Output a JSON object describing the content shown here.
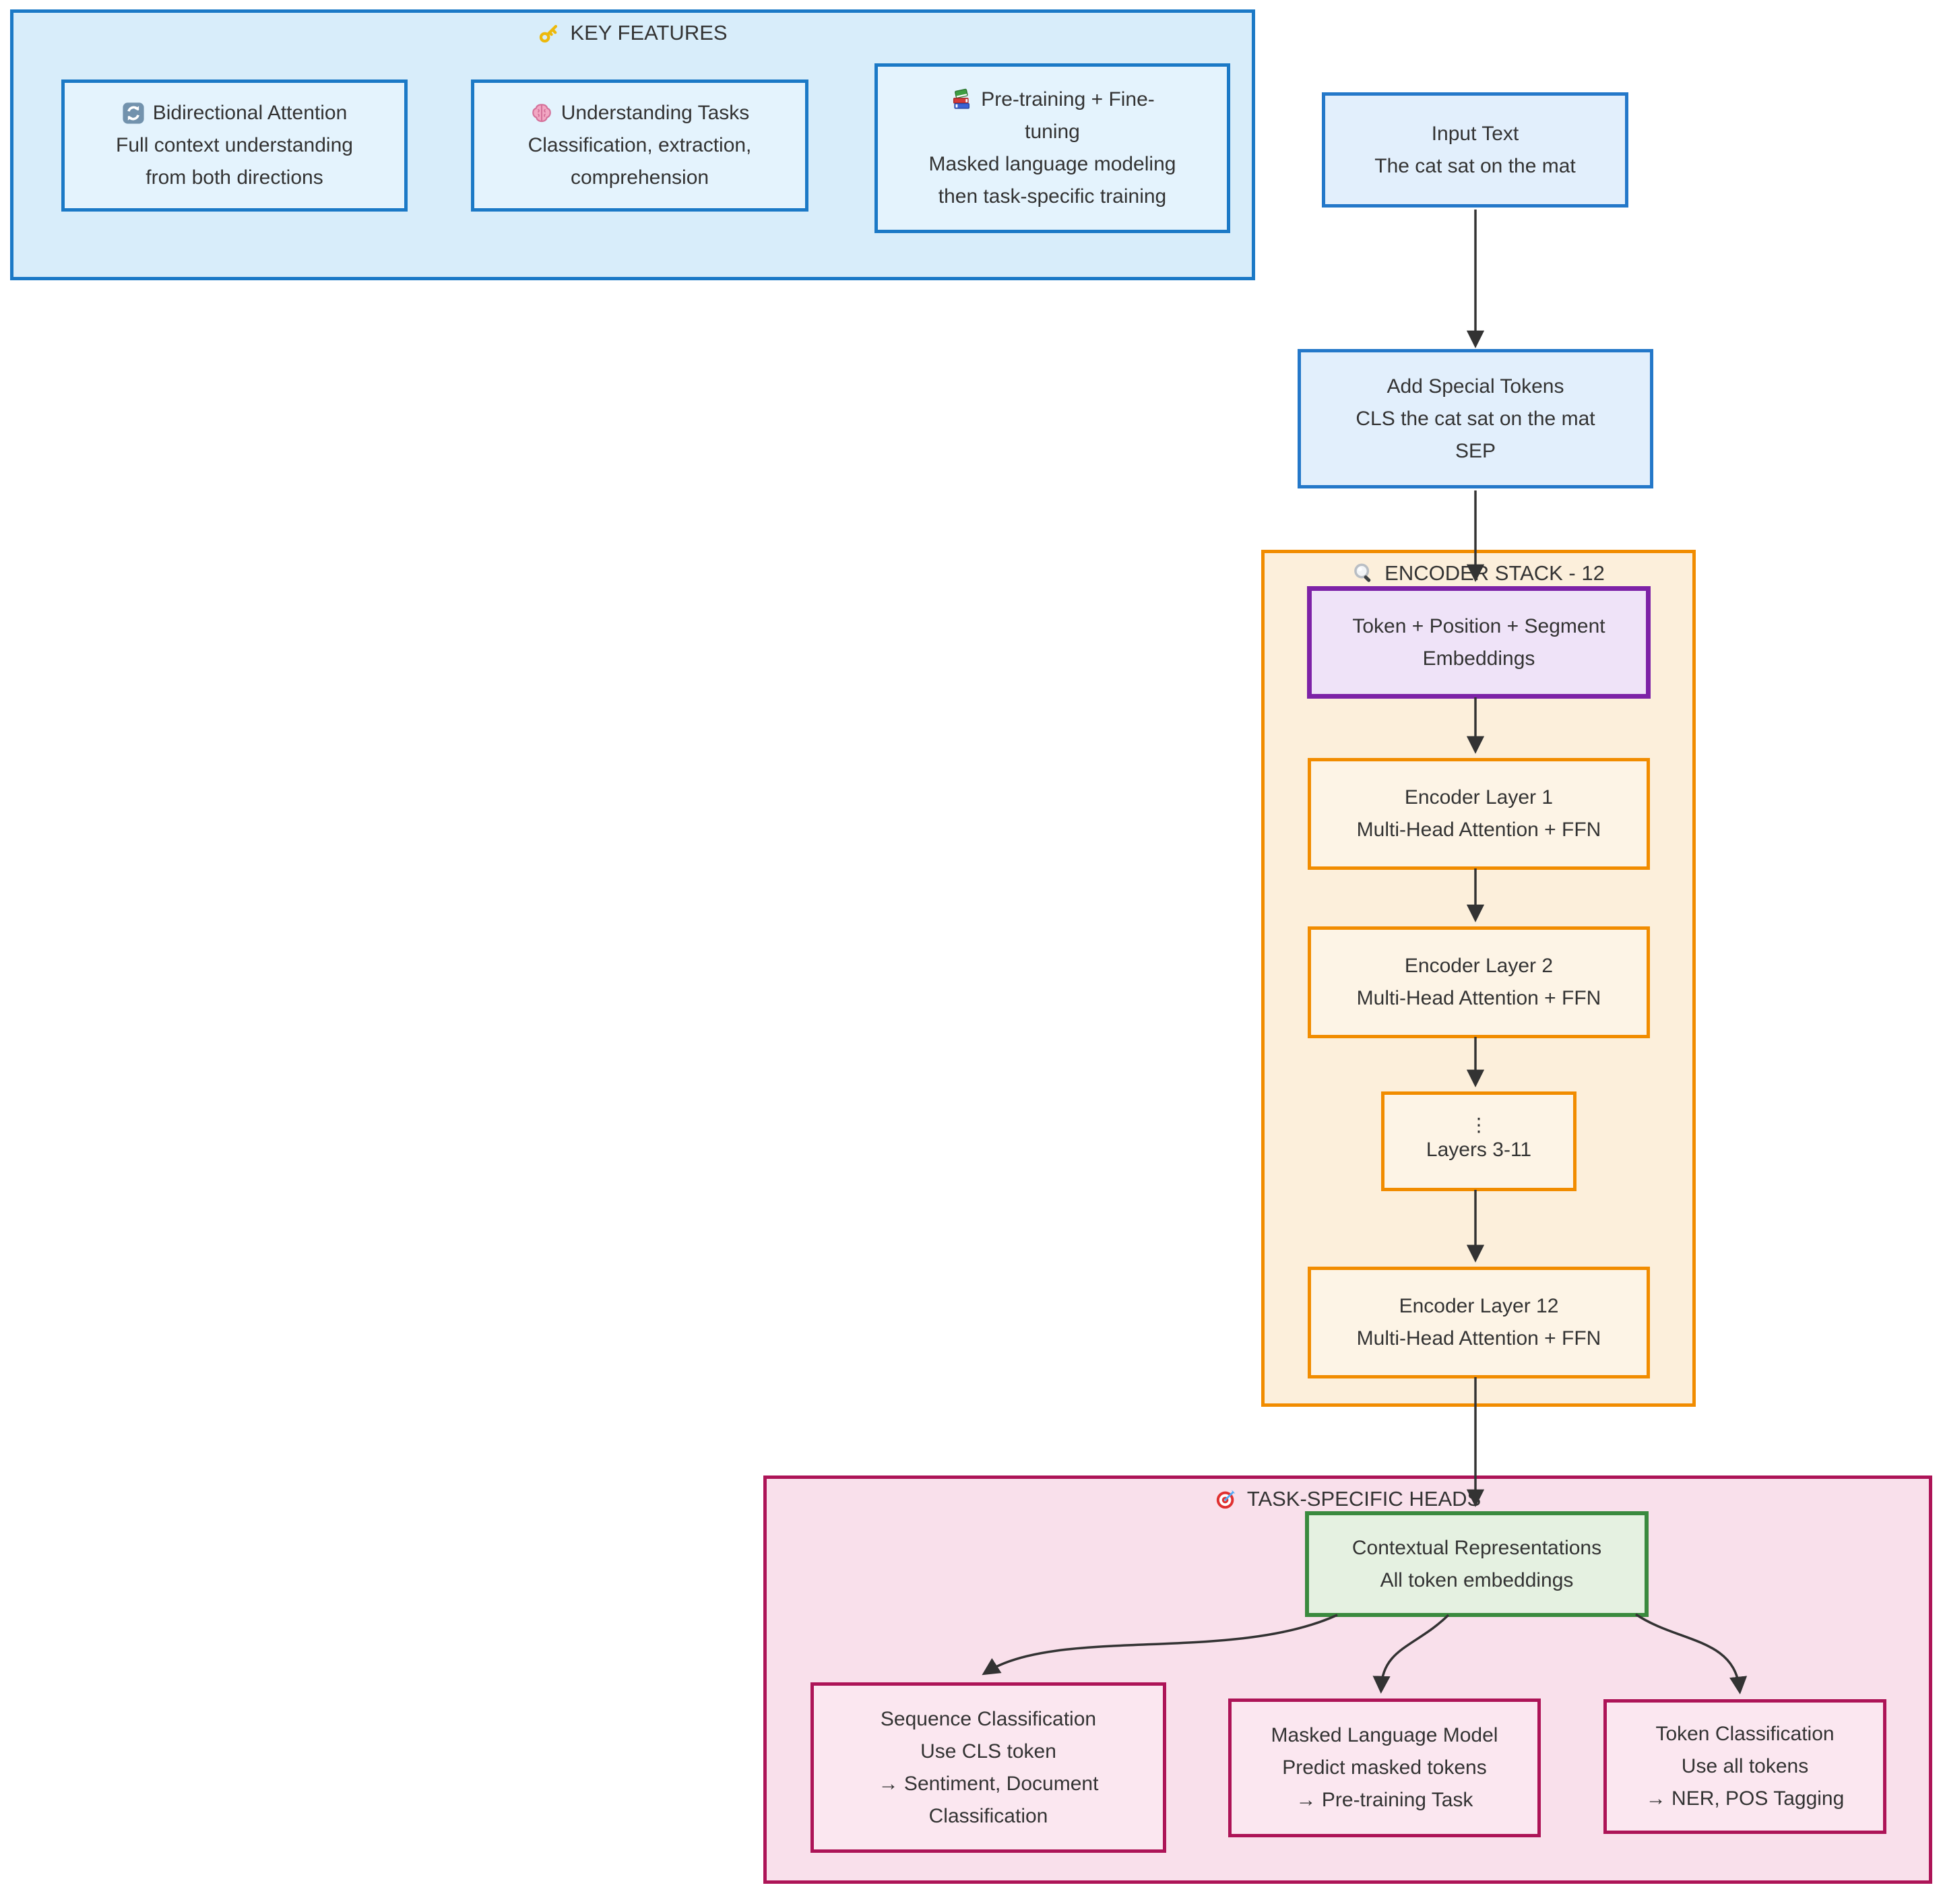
{
  "colors": {
    "blue_border": "#1b79c6",
    "blue_container_fill": "#d8edfa",
    "blue_card_fill": "#e4f3fd",
    "flow_node_fill": "#e2effc",
    "orange_border": "#f18c00",
    "orange_container_fill": "#fcefdb",
    "orange_card_fill": "#fdf4e6",
    "purple_border": "#7d22a7",
    "purple_fill": "#efe3f8",
    "pink_border": "#ad1457",
    "pink_container_fill": "#f9e0eb",
    "pink_card_fill": "#fbe7f0",
    "green_border": "#3a8a3e",
    "green_fill": "#e5f1e1",
    "arrow": "#333333",
    "text": "#333333"
  },
  "key_features": {
    "title": "KEY FEATURES",
    "cards": [
      {
        "icon": "refresh-icon",
        "lines": [
          "Bidirectional Attention",
          "Full context understanding",
          "from both directions"
        ]
      },
      {
        "icon": "brain-icon",
        "lines": [
          "Understanding Tasks",
          "Classification, extraction,",
          "comprehension"
        ]
      },
      {
        "icon": "books-icon",
        "lines": [
          "Pre-training + Fine-",
          "tuning",
          "Masked language modeling",
          "then task-specific training"
        ]
      }
    ]
  },
  "pipeline": {
    "input_text": {
      "lines": [
        "Input Text",
        "The cat sat on the mat"
      ]
    },
    "add_special_tokens": {
      "lines": [
        "Add Special Tokens",
        "CLS the cat sat on the mat",
        "SEP"
      ]
    }
  },
  "encoder_stack": {
    "title": "ENCODER STACK - 12",
    "embeddings": {
      "lines": [
        "Token + Position + Segment",
        "Embeddings"
      ]
    },
    "layer_1": {
      "lines": [
        "Encoder Layer 1",
        "Multi-Head Attention + FFN"
      ]
    },
    "layer_2": {
      "lines": [
        "Encoder Layer 2",
        "Multi-Head Attention + FFN"
      ]
    },
    "layers_3_11": {
      "lines": [
        "⋮",
        "Layers 3-11"
      ]
    },
    "layer_12": {
      "lines": [
        "Encoder Layer 12",
        "Multi-Head Attention + FFN"
      ]
    }
  },
  "task_heads": {
    "title": "TASK-SPECIFIC HEADS",
    "contextual": {
      "lines": [
        "Contextual Representations",
        "All token embeddings"
      ]
    },
    "sequence_classification": {
      "lines": [
        "Sequence Classification",
        "Use CLS token",
        "→ Sentiment, Document",
        "Classification"
      ]
    },
    "masked_lm": {
      "lines": [
        "Masked Language Model",
        "Predict masked tokens",
        "→ Pre-training Task"
      ]
    },
    "token_classification": {
      "lines": [
        "Token Classification",
        "Use all tokens",
        "→ NER, POS Tagging"
      ]
    }
  }
}
